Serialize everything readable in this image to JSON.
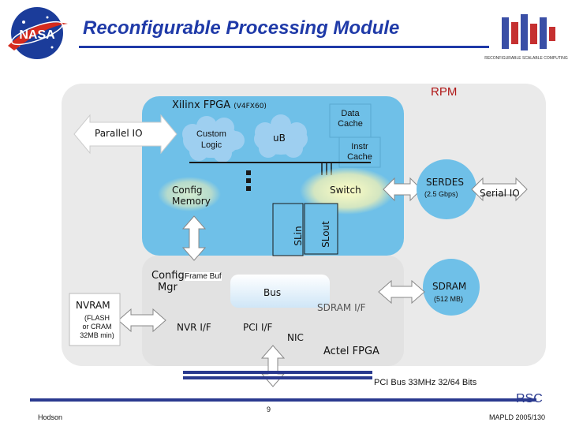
{
  "header": {
    "title": "Reconfigurable Processing Module",
    "logo_left": "NASA",
    "logo_right_caption": "RECONFIGURABLE SCALABLE COMPUTING"
  },
  "diagram": {
    "rpm_label": "RPM",
    "fpga_title": "Xilinx FPGA",
    "fpga_subtitle": "(V4FX60)",
    "parallel_io": "Parallel IO",
    "custom_logic": [
      "Custom",
      "Logic"
    ],
    "ub": "uB",
    "data_cache": [
      "Data",
      "Cache"
    ],
    "instr_cache": [
      "Instr",
      "Cache"
    ],
    "config_memory": [
      "Config",
      "Memory"
    ],
    "switch": "Switch",
    "serdes": "SERDES",
    "serdes_speed": "(2.5 Gbps)",
    "serial_io": "Serial IO",
    "slin": "SLin",
    "slout": "SLout",
    "config_mgr": [
      "Config",
      "Mgr"
    ],
    "frame_buf": "Frame Buf",
    "bus": "Bus",
    "sdram_if": "SDRAM I/F",
    "sdram": "SDRAM",
    "sdram_size": "(512 MB)",
    "nvram": "NVRAM",
    "nvram_detail": [
      "(FLASH",
      "or CRAM",
      "32MB min)"
    ],
    "nvr_if": "NVR I/F",
    "pci_if": "PCI I/F",
    "nic": "NIC",
    "actel_fpga": "Actel FPGA",
    "pci_bus": "PCI Bus 33MHz 32/64 Bits"
  },
  "footer": {
    "rsc": "RSC",
    "page_number": "9",
    "author": "Hodson",
    "venue": "MAPLD 2005/130"
  },
  "colors": {
    "title": "#1f3aa8",
    "fpga_region": "#6fc0e8",
    "actel_region": "#eaeaea",
    "cloud": "#9ecff0",
    "accent_red": "#b01818"
  }
}
